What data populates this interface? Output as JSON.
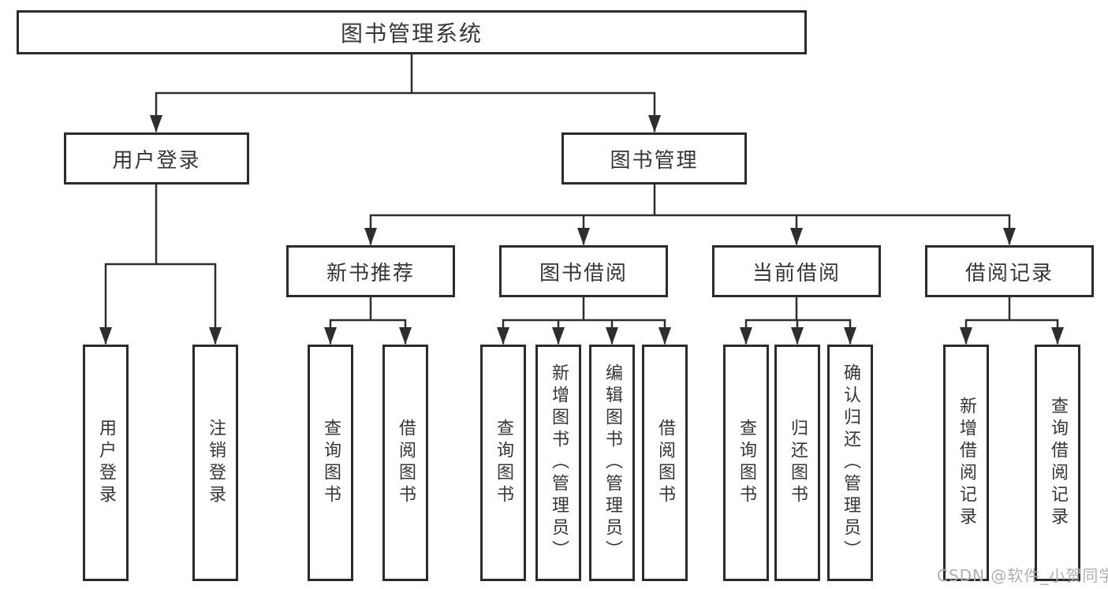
{
  "tree": {
    "root": {
      "label": "图书管理系统"
    },
    "children": [
      {
        "label": "用户登录",
        "children": [
          {
            "label": "用户登录"
          },
          {
            "label": "注销登录"
          }
        ]
      },
      {
        "label": "图书管理",
        "children": [
          {
            "label": "新书推荐",
            "children": [
              {
                "label": "查询图书"
              },
              {
                "label": "借阅图书"
              }
            ]
          },
          {
            "label": "图书借阅",
            "children": [
              {
                "label": "查询图书"
              },
              {
                "label": "新增图书（管理员）"
              },
              {
                "label": "编辑图书（管理员）"
              },
              {
                "label": "借阅图书"
              }
            ]
          },
          {
            "label": "当前借阅",
            "children": [
              {
                "label": "查询图书"
              },
              {
                "label": "归还图书"
              },
              {
                "label": "确认归还（管理员）"
              }
            ]
          },
          {
            "label": "借阅记录",
            "children": [
              {
                "label": "新增借阅记录"
              },
              {
                "label": "查询借阅记录"
              }
            ]
          }
        ]
      }
    ]
  },
  "watermark": {
    "text": "CSDN @软件_小贺同学"
  },
  "colors": {
    "line": "#2e2e2e",
    "border": "#2b2b2b",
    "text": "#363636",
    "background": "#ffffff",
    "watermark": "#b0b0b0"
  }
}
